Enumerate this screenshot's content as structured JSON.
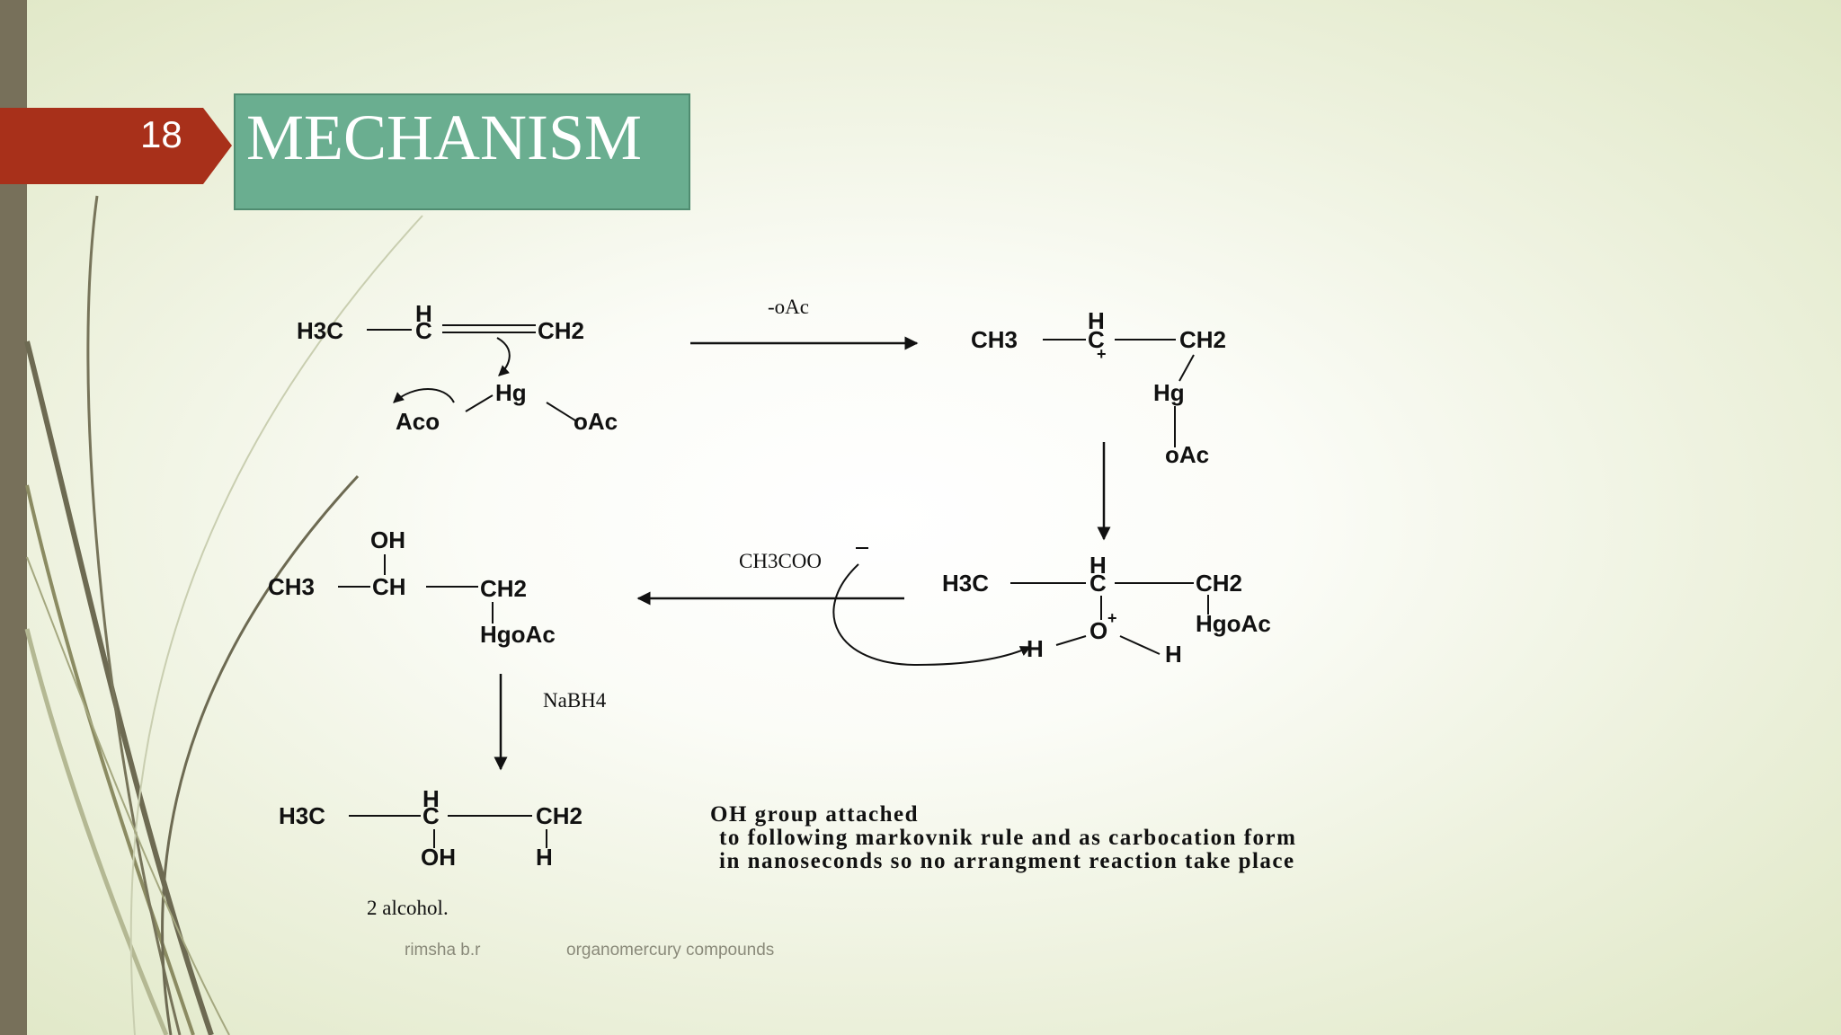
{
  "slide": {
    "number": "18",
    "title": "MECHANISM"
  },
  "footer": {
    "author": "rimsha b.r",
    "topic": "organomercury compounds"
  },
  "reagents": {
    "step1": "-oAc",
    "step3": "CH3COO",
    "step4": "NaBH4"
  },
  "structures": {
    "alkene": {
      "left": "H3C",
      "center_h": "H",
      "center": "C",
      "right": "CH2",
      "hg": "Hg",
      "aco": "Aco",
      "oac": "oAc"
    },
    "cation": {
      "left": "CH3",
      "center_h": "H",
      "center": "C",
      "charge": "+",
      "right": "CH2",
      "hg": "Hg",
      "oac": "oAc"
    },
    "oxonium": {
      "left": "H3C",
      "center_h": "H",
      "center": "C",
      "right": "CH2",
      "o": "O",
      "charge": "+",
      "h_left": "H",
      "h_right": "H",
      "hgoac": "HgoAc"
    },
    "alcohol_hg": {
      "oh": "OH",
      "left": "CH3",
      "center": "CH",
      "right": "CH2",
      "hgoac": "HgoAc"
    },
    "product": {
      "left": "H3C",
      "center_h": "H",
      "center": "C",
      "right": "CH2",
      "oh": "OH",
      "h": "H",
      "label": "2 alcohol."
    }
  },
  "notes": {
    "line1": "OH group attached",
    "line2": "to following markovnik rule and as carbocation form",
    "line3": "in nanoseconds so no arrangment reaction take place"
  },
  "colors": {
    "left_bar": "#77705a",
    "number_tab": "#a8301a",
    "title_box": "#6aae90",
    "ink": "#111111"
  }
}
